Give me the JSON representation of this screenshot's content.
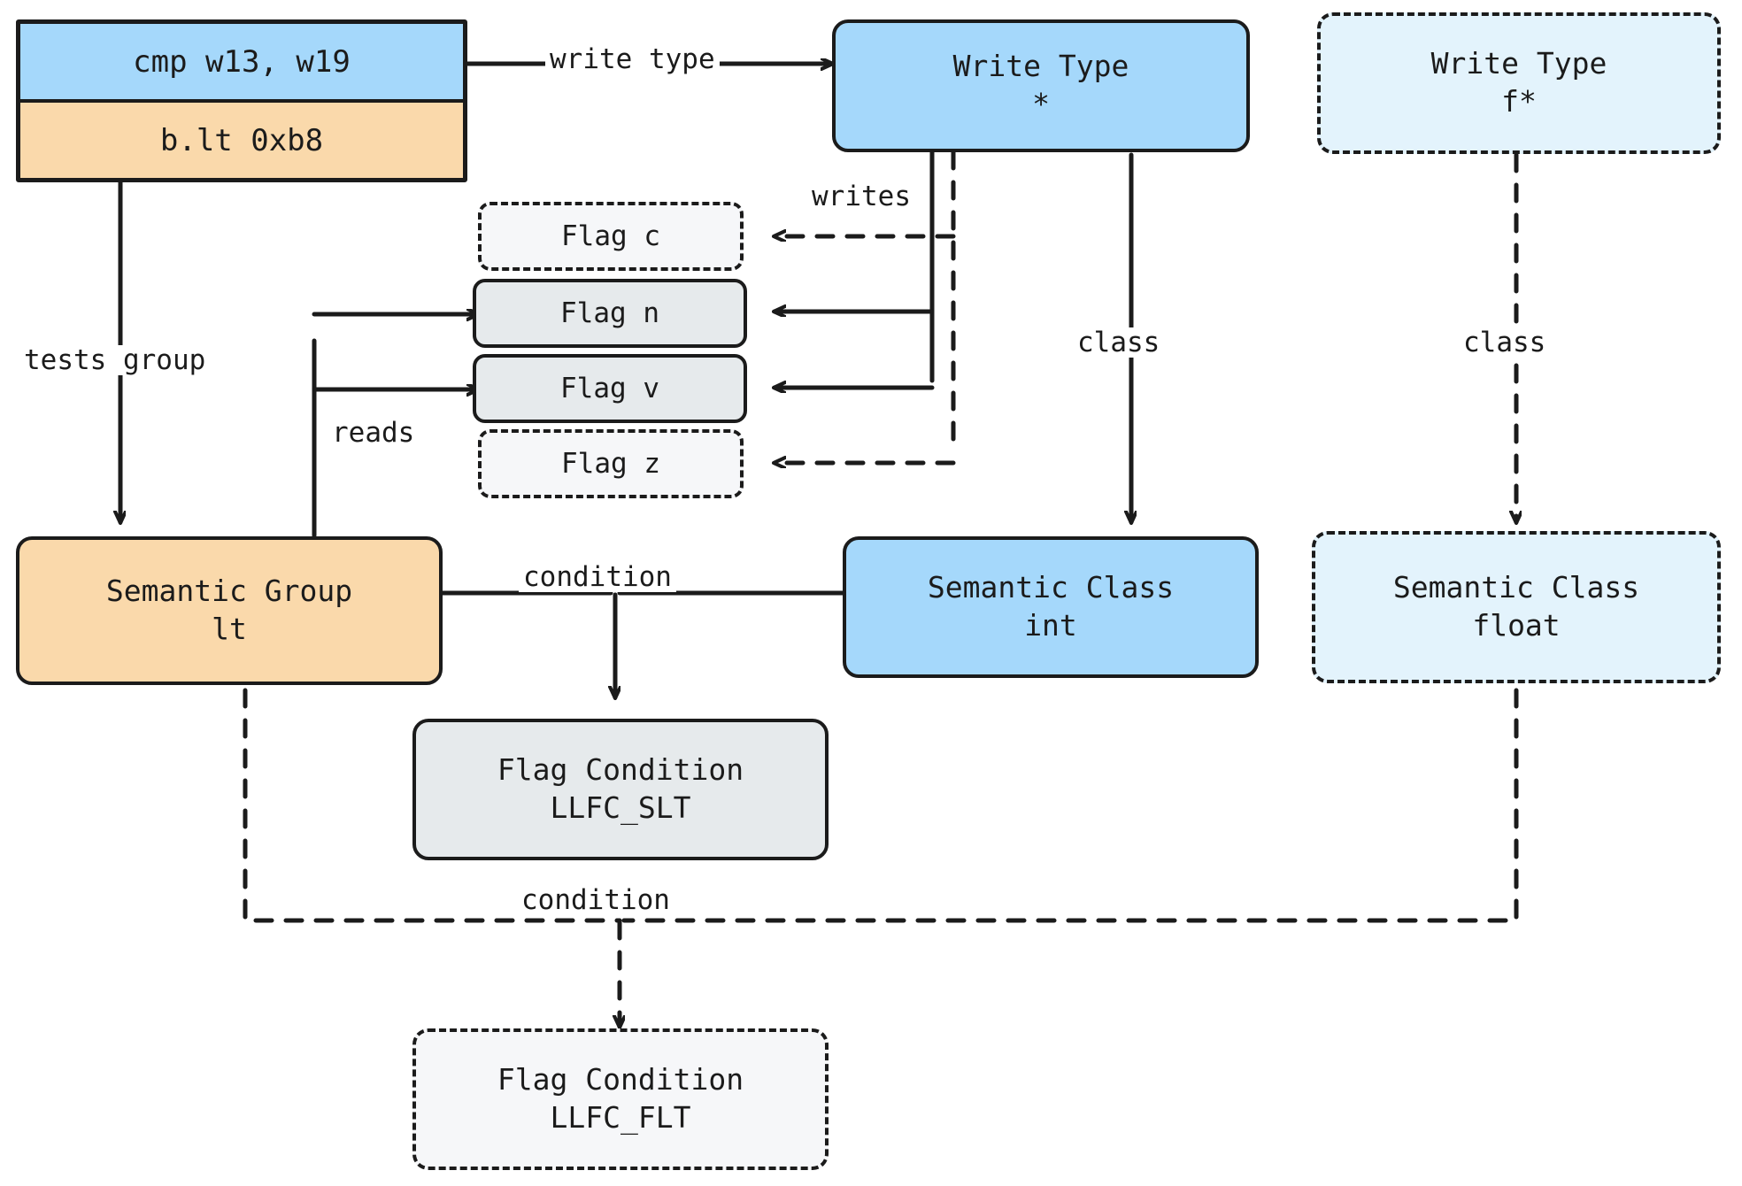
{
  "diagram": {
    "type": "flow-graph",
    "background": "#ffffff",
    "palette": {
      "stroke": "#1b1b1b",
      "blue": "#a5d8fb",
      "orange": "#fad9ab",
      "gray": "#e6eaec",
      "pale_gray": "#f6f7f9",
      "pale_blue": "#e3f3fc"
    }
  },
  "instruction": {
    "line_1": "cmp w13, w19",
    "line_2": "b.lt 0xb8"
  },
  "nodes": {
    "write_type_int": {
      "title": "Write Type",
      "value": "*"
    },
    "write_type_float": {
      "title": "Write Type",
      "value": "f*"
    },
    "semantic_class_int": {
      "title": "Semantic Class",
      "value": "int"
    },
    "semantic_class_float": {
      "title": "Semantic Class",
      "value": "float"
    },
    "semantic_group": {
      "title": "Semantic Group",
      "value": "lt"
    },
    "flag_condition_slt": {
      "title": "Flag Condition",
      "value": "LLFC_SLT"
    },
    "flag_condition_flt": {
      "title": "Flag Condition",
      "value": "LLFC_FLT"
    }
  },
  "flags": [
    {
      "label": "Flag c",
      "state": "inactive"
    },
    {
      "label": "Flag n",
      "state": "active"
    },
    {
      "label": "Flag v",
      "state": "active"
    },
    {
      "label": "Flag z",
      "state": "inactive"
    }
  ],
  "edge_labels": {
    "write_type": "write type",
    "writes": "writes",
    "reads": "reads",
    "tests_group": "tests group",
    "class_int": "class",
    "class_float": "class",
    "condition_int": "condition",
    "condition_float": "condition"
  }
}
